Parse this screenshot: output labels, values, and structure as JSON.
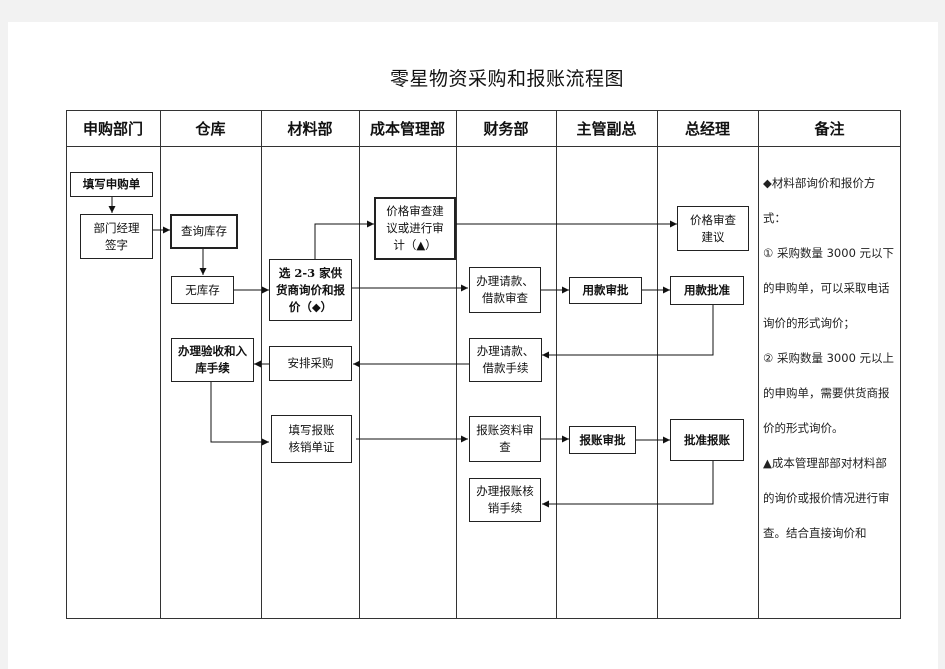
{
  "title": "零星物资采购和报账流程图",
  "columns": [
    "申购部门",
    "仓库",
    "材料部",
    "成本管理部",
    "财务部",
    "主管副总",
    "总经理",
    "备注"
  ],
  "boxes": {
    "fill_request": "填写申购单",
    "dept_manager_sign": "部门经理签字",
    "check_inventory": "查询库存",
    "no_stock": "无库存",
    "inquiry": "选 2-3 家供货商询价和报价（◆）",
    "price_review": "价格审查建议或进行审计（▲）",
    "gm_price_review": "价格审查建议",
    "finance_loan": "办理请款、借款审查",
    "vp_payment_approve": "用款审批",
    "gm_payment_approve": "用款批准",
    "receive_storage": "办理验收和入库手续",
    "arrange_purchase": "安排采购",
    "finance_loan_proc": "办理请款、借款手续",
    "fill_reimburse": "填写报账核销单证",
    "finance_reimburse_review": "报账资料审查",
    "vp_reimburse_approve": "报账审批",
    "gm_reimburse_approve": "批准报账",
    "finance_reimburse_proc": "办理报账核销手续"
  },
  "notes": {
    "n1": "◆材料部询价和报价方式：",
    "n2": "①  采购数量 3000 元以下的申购单，可以采取电话询价的形式询价；",
    "n3": "②  采购数量 3000 元以上的申购单，需要供货商报价的形式询价。",
    "n4": "▲成本管理部部对材料部的询价或报价情况进行审查。结合直接询价和"
  }
}
